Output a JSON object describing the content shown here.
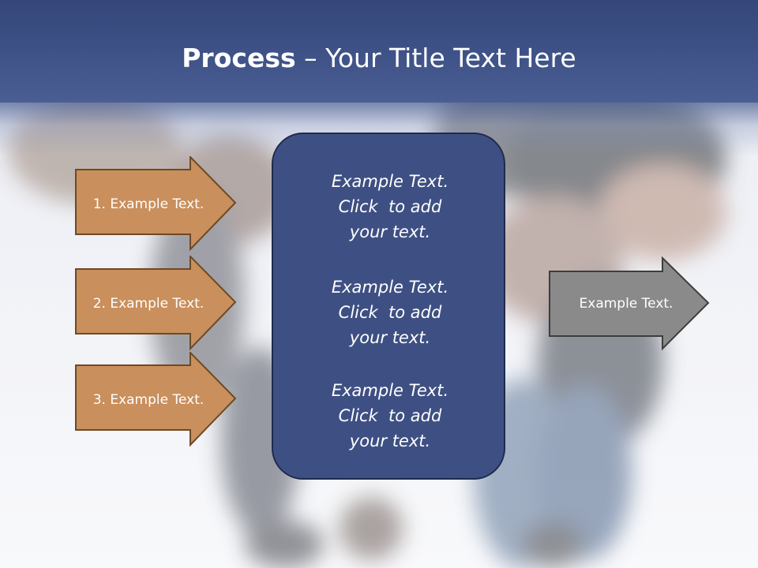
{
  "slide": {
    "title_bold": "Process",
    "title_rest": " – Your Title Text Here"
  },
  "steps": [
    {
      "label": "1. Example Text."
    },
    {
      "label": "2. Example Text."
    },
    {
      "label": "3. Example Text."
    }
  ],
  "center_box": {
    "paragraphs": [
      {
        "lines": [
          "Example Text.",
          "Click  to add",
          "your text."
        ]
      },
      {
        "lines": [
          "Example Text.",
          "Click  to add",
          "your text."
        ]
      },
      {
        "lines": [
          "Example Text.",
          "Click  to add",
          "your text."
        ]
      }
    ]
  },
  "result": {
    "label": "Example Text."
  },
  "colors": {
    "header": "#3f5388",
    "step_fill": "#c98f5c",
    "step_stroke": "#6d4a26",
    "center_fill": "#3e5083",
    "result_fill": "#8a8a8a"
  }
}
